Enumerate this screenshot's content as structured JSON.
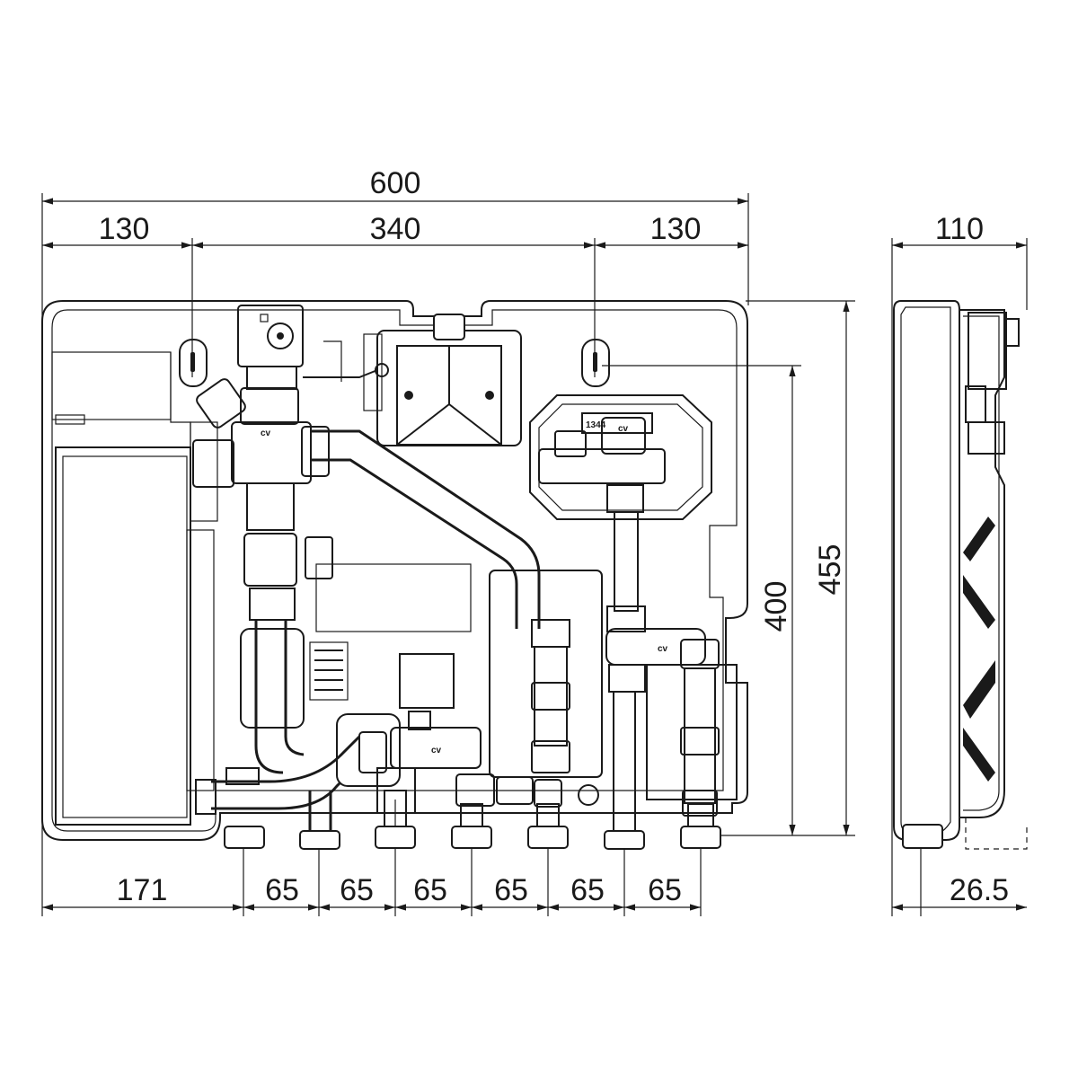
{
  "dimensions": {
    "overall_width": "600",
    "left_margin": "130",
    "center_span": "340",
    "right_margin": "130",
    "depth": "110",
    "height_total": "455",
    "height_mount": "400",
    "first_connection": "171",
    "connection_spacing": [
      "65",
      "65",
      "65",
      "65",
      "65",
      "65"
    ],
    "rear_offset": "26.5"
  },
  "labels": {
    "plate_code": "1344",
    "valve_marks": [
      "cv",
      "cv",
      "cv",
      "cv"
    ]
  }
}
